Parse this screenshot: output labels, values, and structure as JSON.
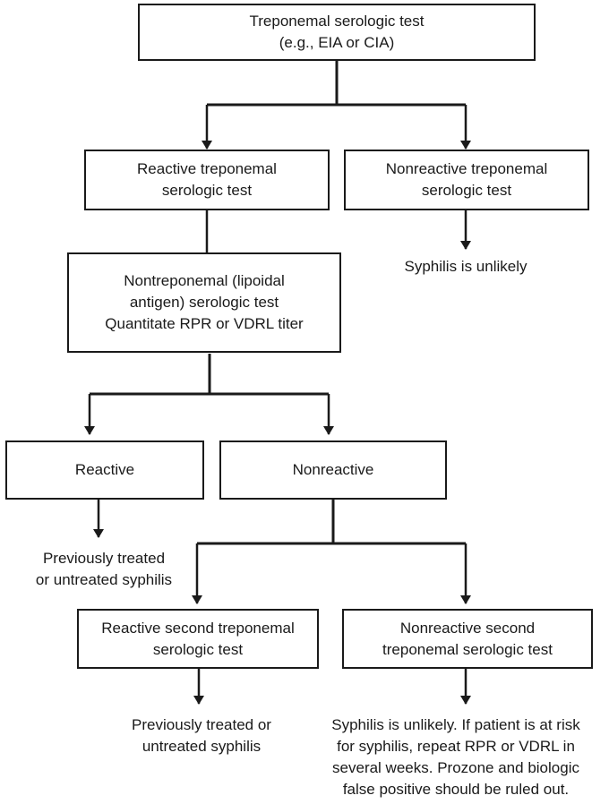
{
  "boxes": {
    "treponemal_test": [
      "Treponemal serologic test",
      "(e.g., EIA or CIA)"
    ],
    "reactive_treponemal": [
      "Reactive treponemal",
      "serologic test"
    ],
    "nonreactive_treponemal": [
      "Nonreactive treponemal",
      "serologic test"
    ],
    "nontreponemal_test": [
      "Nontreponemal (lipoidal",
      "antigen) serologic test",
      "Quantitate RPR or VDRL titer"
    ],
    "reactive": [
      "Reactive"
    ],
    "nonreactive": [
      "Nonreactive"
    ],
    "reactive_second": [
      "Reactive second treponemal",
      "serologic test"
    ],
    "nonreactive_second": [
      "Nonreactive second",
      "treponemal serologic test"
    ]
  },
  "outcomes": {
    "syphilis_unlikely": [
      "Syphilis is unlikely"
    ],
    "previously_treated_1": [
      "Previously treated",
      "or untreated syphilis"
    ],
    "previously_treated_2": [
      "Previously treated or",
      "untreated syphilis"
    ],
    "syphilis_unlikely_risk": [
      "Syphilis is unlikely. If patient is at risk",
      "for syphilis, repeat RPR or VDRL in",
      "several weeks. Prozone and biologic",
      "false positive should be ruled out."
    ]
  }
}
